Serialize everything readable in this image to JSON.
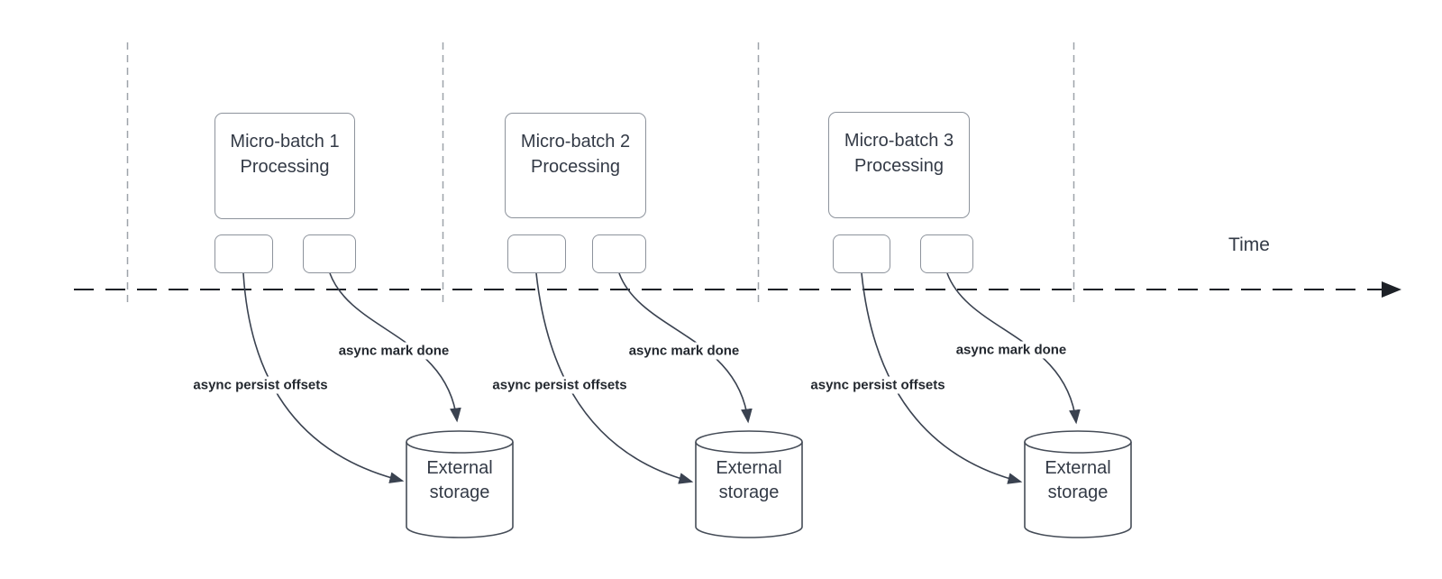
{
  "colors": {
    "connector": "#3a4250",
    "time_axis": "#1d2127",
    "guide_line": "#9ea3a9",
    "shape_border": "#8d939c",
    "cylinder_border": "#454c57",
    "text": "#333a46",
    "label_text": "#23282f",
    "background": "#ffffff"
  },
  "time_axis": {
    "label": "Time"
  },
  "batches": [
    {
      "processing_label": "Micro-batch 1\nProcessing",
      "persist_label": "async persist offsets",
      "mark_done_label": "async mark done",
      "storage_label": "External\nstorage"
    },
    {
      "processing_label": "Micro-batch 2\nProcessing",
      "persist_label": "async persist offsets",
      "mark_done_label": "async mark done",
      "storage_label": "External\nstorage"
    },
    {
      "processing_label": "Micro-batch 3\nProcessing",
      "persist_label": "async persist offsets",
      "mark_done_label": "async mark done",
      "storage_label": "External\nstorage"
    }
  ]
}
